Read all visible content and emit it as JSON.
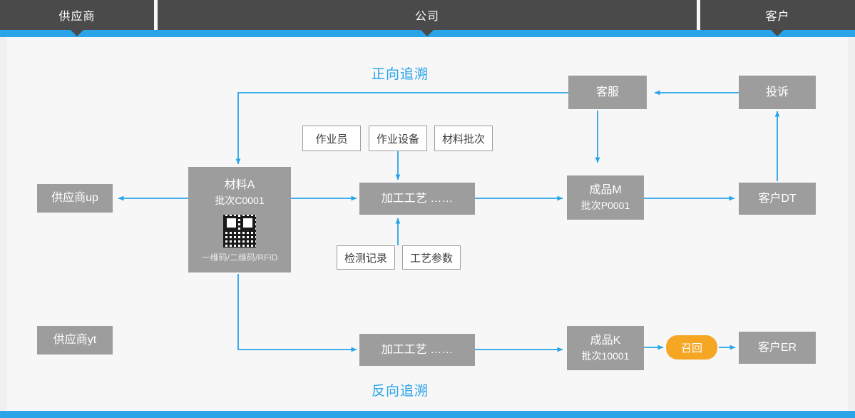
{
  "header": {
    "columns": [
      {
        "label": "供应商"
      },
      {
        "label": "公司"
      },
      {
        "label": "客户"
      }
    ]
  },
  "captions": {
    "forward": "正向追溯",
    "reverse": "反向追溯"
  },
  "nodes": {
    "supplier_up": {
      "label": "供应商up"
    },
    "supplier_yt": {
      "label": "供应商yt"
    },
    "material": {
      "title": "材料A",
      "batch": "批次C0001",
      "codes": "一维码/二维码/RFID",
      "qr": "qr-code-icon"
    },
    "process_top": {
      "label": "加工工艺  ……"
    },
    "process_bottom": {
      "label": "加工工艺  ……"
    },
    "product_m": {
      "title": "成品M",
      "batch": "批次P0001"
    },
    "product_k": {
      "title": "成品K",
      "batch": "批次10001"
    },
    "customer_service": {
      "label": "客服"
    },
    "complaint": {
      "label": "投诉"
    },
    "customer_dt": {
      "label": "客户DT"
    },
    "customer_er": {
      "label": "客户ER"
    },
    "recall": {
      "label": "召回"
    }
  },
  "attributes": {
    "operator": "作业员",
    "equipment": "作业设备",
    "material_batch": "材料批次",
    "inspection_record": "检测记录",
    "process_params": "工艺参数"
  },
  "colors": {
    "accent": "#29a4e8",
    "header": "#4a4a4a",
    "node": "#9d9d9d",
    "recall": "#f5a623",
    "background": "#f7f7f7"
  }
}
